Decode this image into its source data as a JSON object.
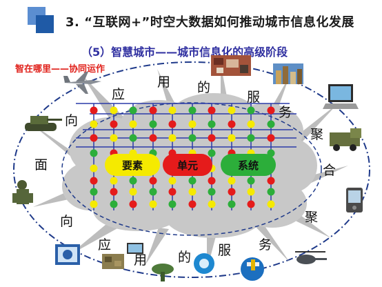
{
  "header": {
    "title": "3. “互联网+”时空大数据如何推动城市信息化发展",
    "subtitle": "（5）智慧城市——城市信息化的高级阶段"
  },
  "side_label": "智在哪里——协同运作",
  "ring_text": [
    "面",
    "向",
    "应",
    "用",
    "的",
    "服",
    "务",
    "聚",
    "合",
    "聚",
    "务",
    "服",
    "的",
    "用",
    "应",
    "向"
  ],
  "pills": [
    "要素",
    "单元",
    "系统"
  ],
  "colors": {
    "accent_blue": "#1f5aa6",
    "title_subtitle": "#2f2fa0",
    "red_label": "#e0201a",
    "pill_yellow": "#f5ea00",
    "pill_red": "#e51b1b",
    "pill_green": "#2cae3a",
    "cloud": "#c8c8c8",
    "grid_line": "#2a3aa8"
  },
  "icons": [
    "fighter-jet-icon",
    "city-aerial-icon",
    "city-buildings-icon",
    "laptop-icon",
    "tank-icon",
    "truck-icon",
    "soldier-icon",
    "pda-icon",
    "satellite-display-icon",
    "camouflage-soldier-icon",
    "radar-dish-icon",
    "gear-globe-icon",
    "satellite-globe-icon",
    "helicopter-icon",
    "laptop-person-icon"
  ]
}
